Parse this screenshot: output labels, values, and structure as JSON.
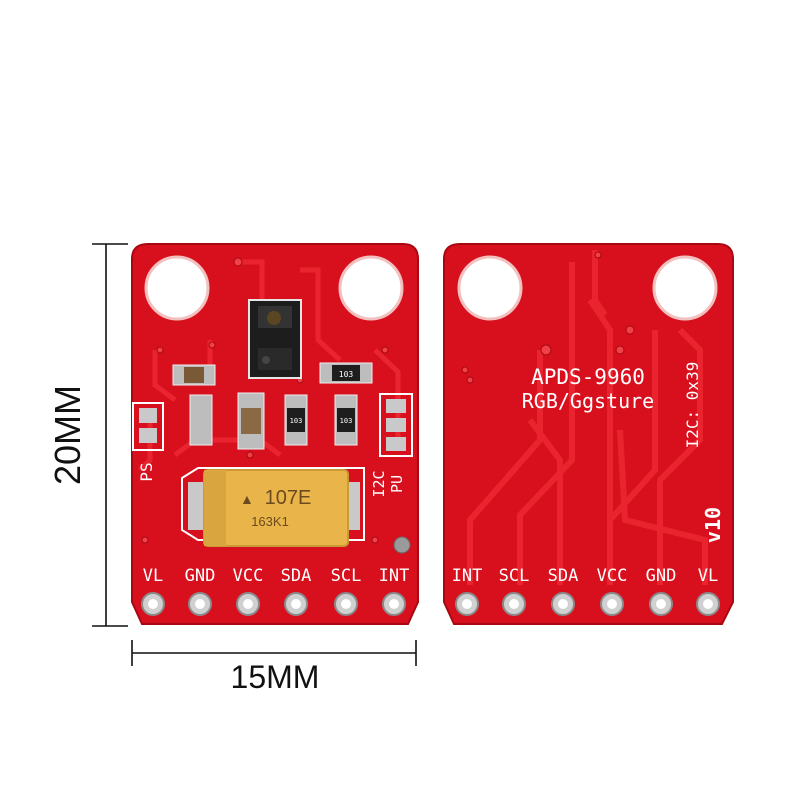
{
  "dimensions": {
    "height_label": "20MM",
    "width_label": "15MM"
  },
  "colors": {
    "pcb": "#d8101e",
    "pcb_dark": "#b50a15",
    "trace": "#e8232c",
    "pad": "#c9c9c9",
    "capacitor": "#e9b54a"
  },
  "front": {
    "pin_labels": [
      "VL",
      "GND",
      "VCC",
      "SDA",
      "SCL",
      "INT"
    ],
    "ps_label": "PS",
    "i2c_label": "I2C",
    "pu_label": "PU",
    "capacitor_line1": "107E",
    "capacitor_line2": "163K1",
    "resistor_codes": [
      "103",
      "103",
      "103"
    ]
  },
  "back": {
    "pin_labels": [
      "INT",
      "SCL",
      "SDA",
      "VCC",
      "GND",
      "VL"
    ],
    "title": "APDS-9960",
    "subtitle": "RGB/Ggsture",
    "i2c_addr": "I2C: 0x39",
    "version": "v10"
  }
}
